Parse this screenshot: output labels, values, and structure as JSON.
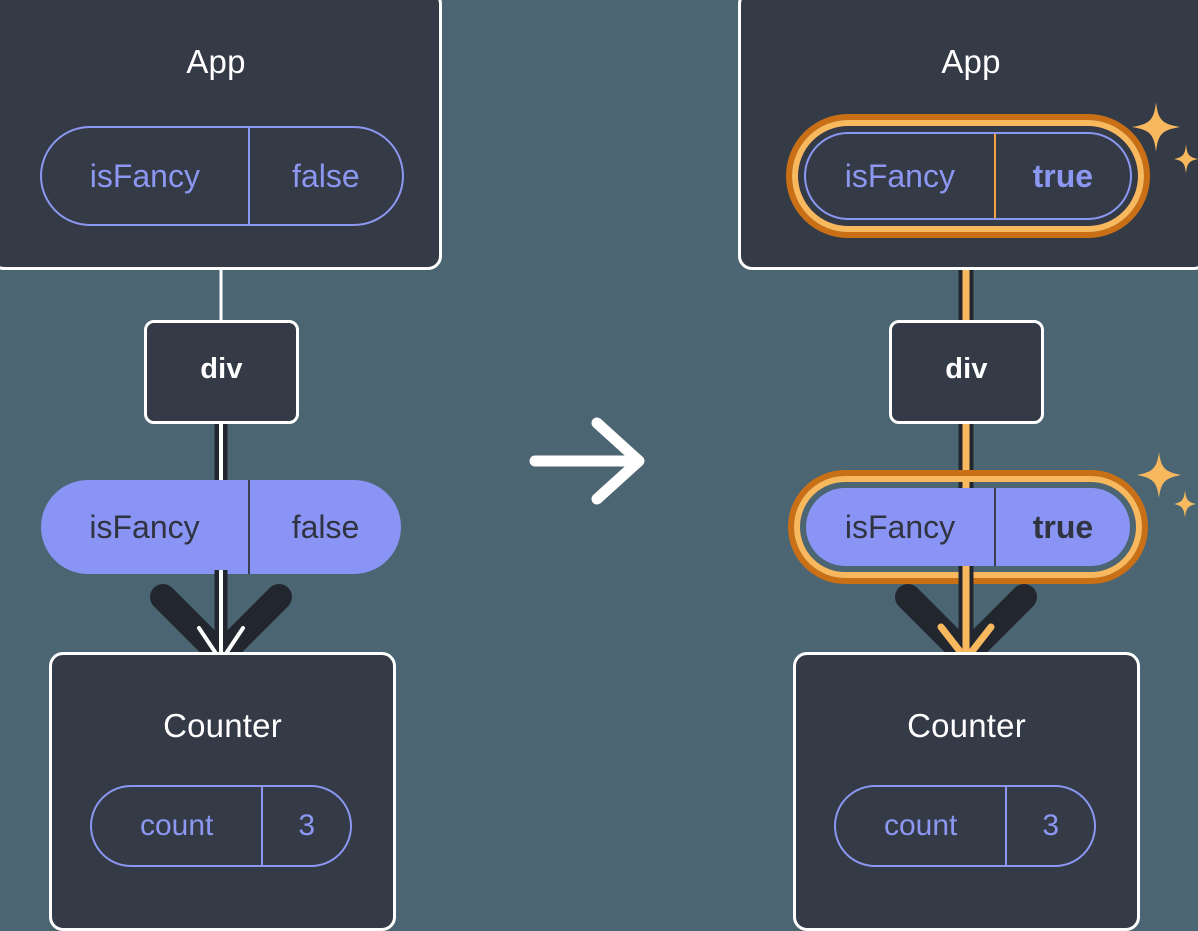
{
  "diagram": {
    "title_left": "App",
    "title_right": "App",
    "transition_arrow": "arrow-right",
    "background_color": "#4c6572",
    "highlight_color": "#f0a441",
    "pill_fill_color": "#8a94f5",
    "box_color": "#343a46"
  },
  "left": {
    "app": {
      "label": "App",
      "state_pill": {
        "key": "isFancy",
        "value": "false",
        "highlighted": false
      }
    },
    "div": {
      "label": "div"
    },
    "prop_pill": {
      "key": "isFancy",
      "value": "false",
      "highlighted": false
    },
    "counter": {
      "label": "Counter",
      "state_pill": {
        "key": "count",
        "value": "3",
        "highlighted": false
      }
    }
  },
  "right": {
    "app": {
      "label": "App",
      "state_pill": {
        "key": "isFancy",
        "value": "true",
        "highlighted": true
      }
    },
    "div": {
      "label": "div"
    },
    "prop_pill": {
      "key": "isFancy",
      "value": "true",
      "highlighted": true
    },
    "counter": {
      "label": "Counter",
      "state_pill": {
        "key": "count",
        "value": "3",
        "highlighted": false
      }
    }
  }
}
